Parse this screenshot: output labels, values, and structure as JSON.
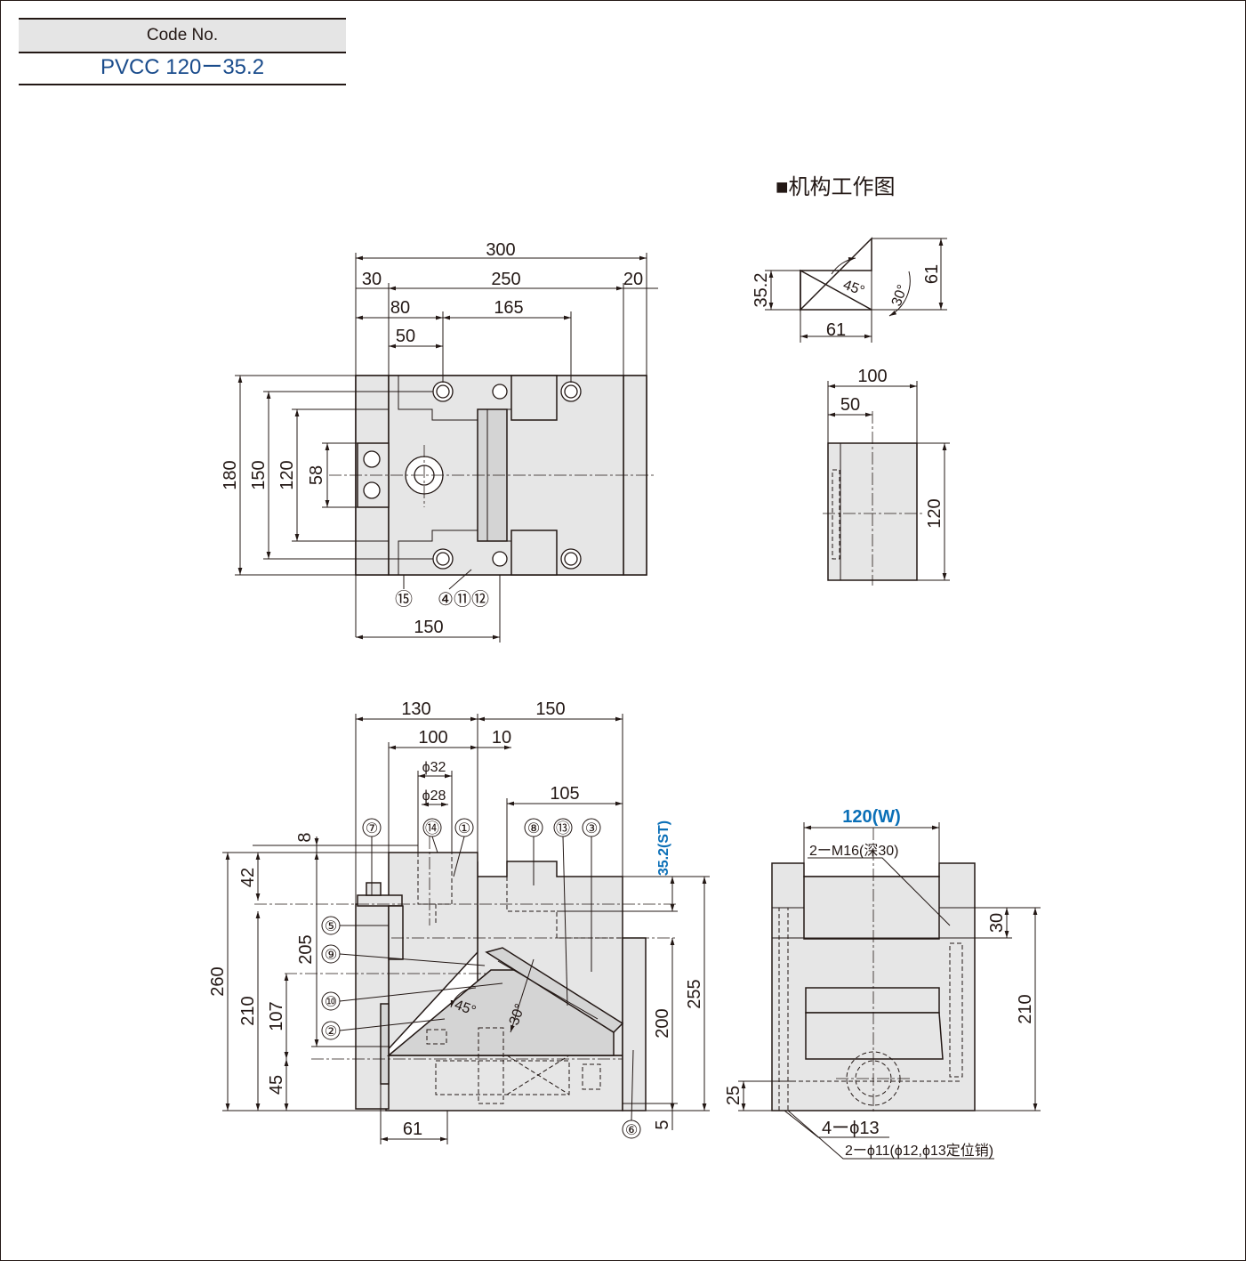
{
  "header": {
    "code_label": "Code No.",
    "code_value": "PVCC 120ー35.2"
  },
  "mechanism_title": "■机构工作图",
  "top_view": {
    "dims": {
      "d300": "300",
      "d30": "30",
      "d250": "250",
      "d20": "20",
      "d80": "80",
      "d165": "165",
      "d50": "50",
      "d180": "180",
      "d150v": "150",
      "d120v": "120",
      "d58": "58",
      "d150h": "150"
    },
    "callouts": {
      "c15": "⑮",
      "c4_11_12": "④⑪⑫"
    }
  },
  "mechanism_diagram": {
    "d35_2": "35.2",
    "d61v": "61",
    "d61h": "61",
    "a45": "45°",
    "a30": "30°"
  },
  "end_view_small": {
    "d100": "100",
    "d50": "50",
    "d120": "120"
  },
  "front_view": {
    "dims": {
      "d130": "130",
      "d150": "150",
      "d100": "100",
      "d10": "10",
      "phi32": "ϕ32",
      "phi28": "ϕ28",
      "d105": "105",
      "d8": "8",
      "d42": "42",
      "d205": "205",
      "d260": "260",
      "d210": "210",
      "d107": "107",
      "d45": "45",
      "d61": "61",
      "d200": "200",
      "d255": "255",
      "d5": "5",
      "st": "35.2(ST)",
      "a45": "45°",
      "a30": "30°"
    },
    "callouts": {
      "c7": "⑦",
      "c14": "⑭",
      "c1": "①",
      "c8": "⑧",
      "c13": "⑬",
      "c3": "③",
      "c5": "⑤",
      "c9": "⑨",
      "c10": "⑩",
      "c2": "②",
      "c6": "⑥"
    }
  },
  "side_view": {
    "width_label": "120(W)",
    "thread": "2ーM16(深30)",
    "d30": "30",
    "d210": "210",
    "d25": "25",
    "holes": "4ーϕ13",
    "pins": "2ーϕ11(ϕ12,ϕ13定位销)"
  }
}
